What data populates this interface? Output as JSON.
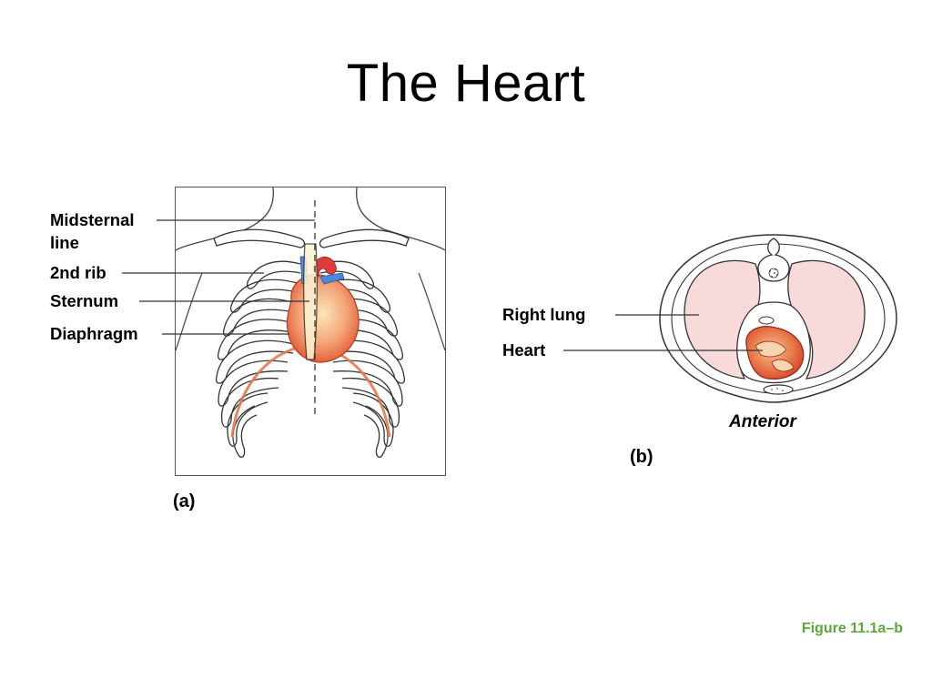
{
  "slide": {
    "title": "The Heart",
    "figure_ref": "Figure 11.1a–b"
  },
  "panel_a": {
    "caption": "(a)",
    "labels": {
      "midsternal_line_1": "Midsternal",
      "midsternal_line_2": "line",
      "second_rib": "2nd rib",
      "sternum": "Sternum",
      "diaphragm": "Diaphragm"
    }
  },
  "panel_b": {
    "caption": "(b)",
    "labels": {
      "right_lung": "Right lung",
      "heart": "Heart",
      "anterior": "Anterior"
    }
  },
  "colors": {
    "heart": "#e0552f",
    "diaphragm": "#e07a50",
    "lung": "#f9dada",
    "vessel_blue": "#4a8ad8",
    "figure_ref": "#5aa83a"
  }
}
